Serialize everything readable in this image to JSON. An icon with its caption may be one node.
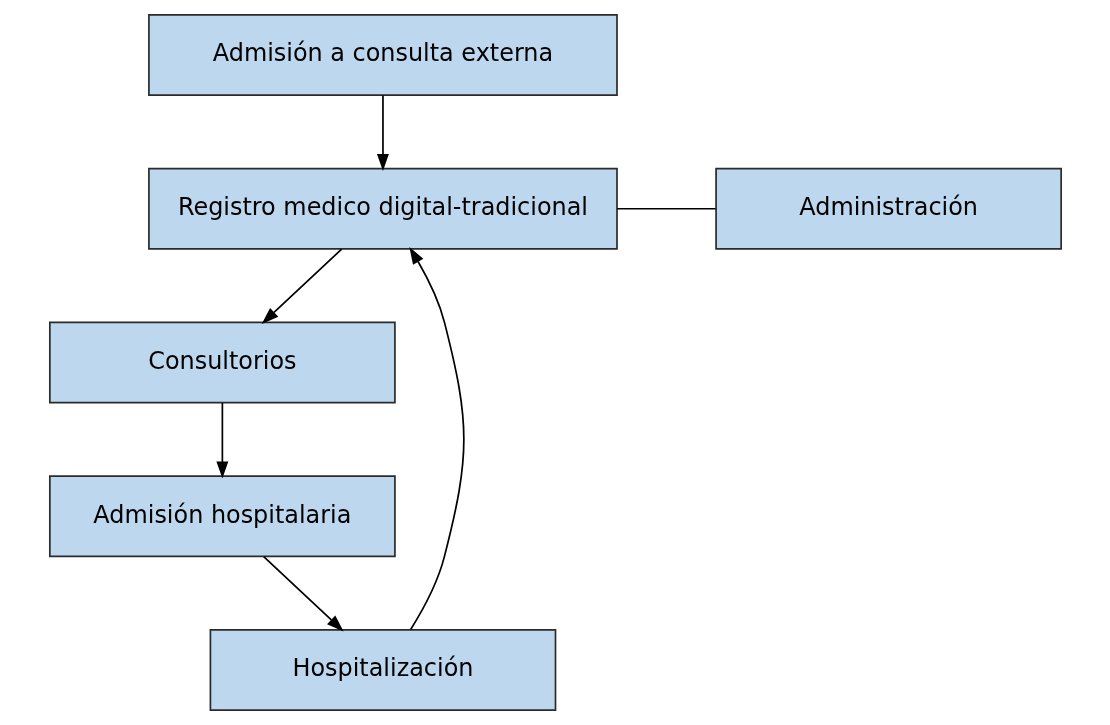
{
  "diagram": {
    "nodes": [
      {
        "text": [
          "Admisión a consulta externa"
        ]
      },
      {
        "text": [
          "Registro medico digital-tradicional"
        ]
      },
      {
        "text": [
          "Administración"
        ]
      },
      {
        "text": [
          "Consultorios"
        ]
      },
      {
        "text": [
          "Admisión hospitalaria"
        ]
      },
      {
        "text": [
          "Hospitalización"
        ]
      }
    ],
    "edges": [
      {
        "from": 0,
        "to": 1,
        "arrow": "to"
      },
      {
        "from": 1,
        "to": 2,
        "arrow": "none"
      },
      {
        "from": 1,
        "to": 3,
        "arrow": "to"
      },
      {
        "from": 3,
        "to": 4,
        "arrow": "to"
      },
      {
        "from": 4,
        "to": 5,
        "arrow": "to"
      },
      {
        "from": 5,
        "to": 1,
        "arrow": "to"
      }
    ]
  }
}
